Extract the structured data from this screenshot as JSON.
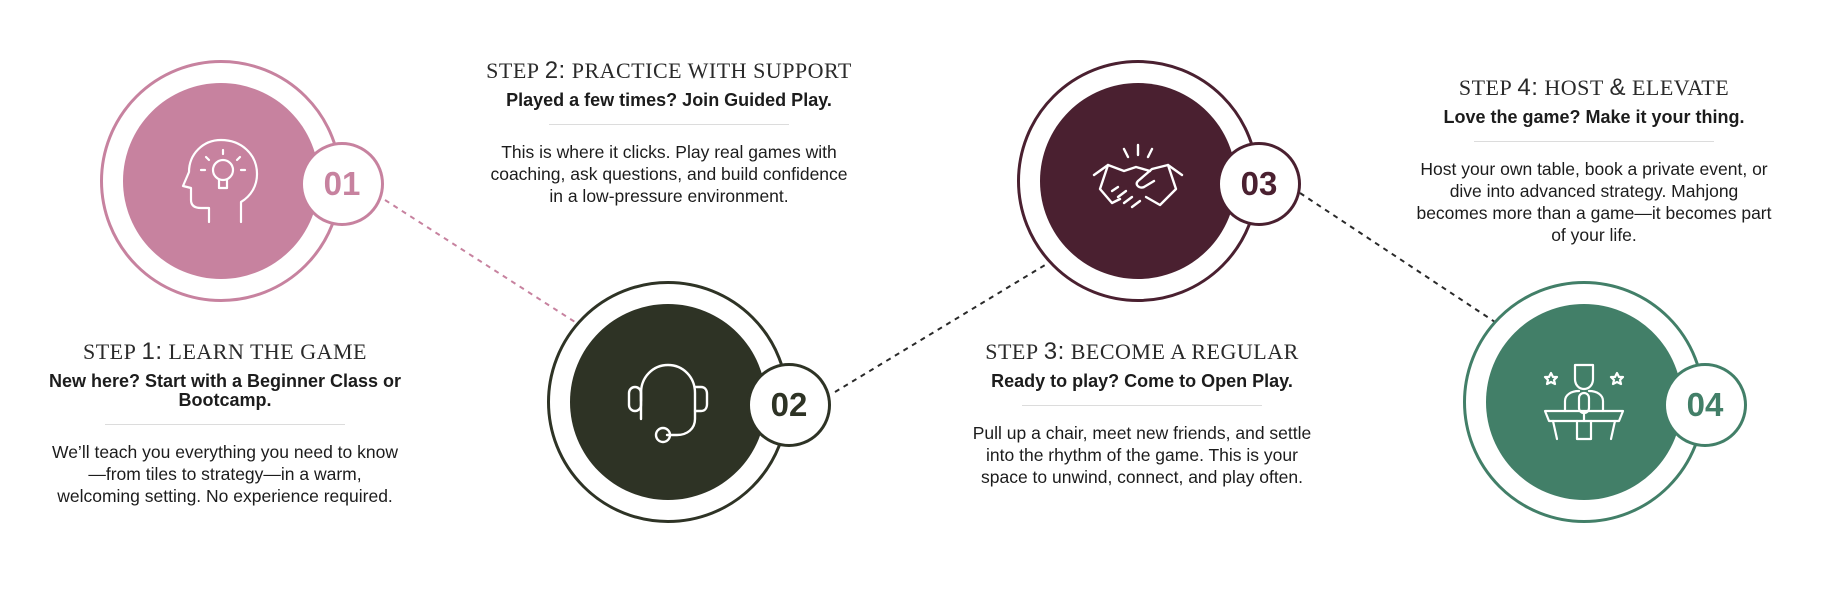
{
  "steps": [
    {
      "badge": "01",
      "icon": "head-lightbulb-icon",
      "step_word": "STEP",
      "step_num": "1:",
      "title": "LEARN THE GAME",
      "subheading": "New here? Start with a Beginner Class or Bootcamp.",
      "description": "We’ll teach you everything you need to know—from tiles to strategy—in a warm, welcoming setting. No experience required.",
      "color": "#c7829f"
    },
    {
      "badge": "02",
      "icon": "headset-icon",
      "step_word": "STEP",
      "step_num": "2:",
      "title": "PRACTICE WITH SUPPORT",
      "subheading": "Played a few times? Join Guided Play.",
      "description": "This is where it clicks. Play real games with coaching, ask questions, and build confidence in a low-pressure environment.",
      "color": "#2e3325"
    },
    {
      "badge": "03",
      "icon": "handshake-icon",
      "step_word": "STEP",
      "step_num": "3:",
      "title": "BECOME A REGULAR",
      "subheading": "Ready to play? Come to Open Play.",
      "description": "Pull up a chair, meet new friends, and settle into the rhythm of the game. This is your space to unwind, connect, and play often.",
      "color": "#4a2030"
    },
    {
      "badge": "04",
      "icon": "host-podium-icon",
      "step_word": "STEP",
      "step_num": "4:",
      "title": "HOST",
      "amp": "&",
      "title2": "ELEVATE",
      "subheading": "Love the game? Make it your thing.",
      "description": "Host your own table, book a private event, or dive into advanced strategy. Mahjong becomes more than a game—it becomes part of your life.",
      "color": "#427f68"
    }
  ]
}
